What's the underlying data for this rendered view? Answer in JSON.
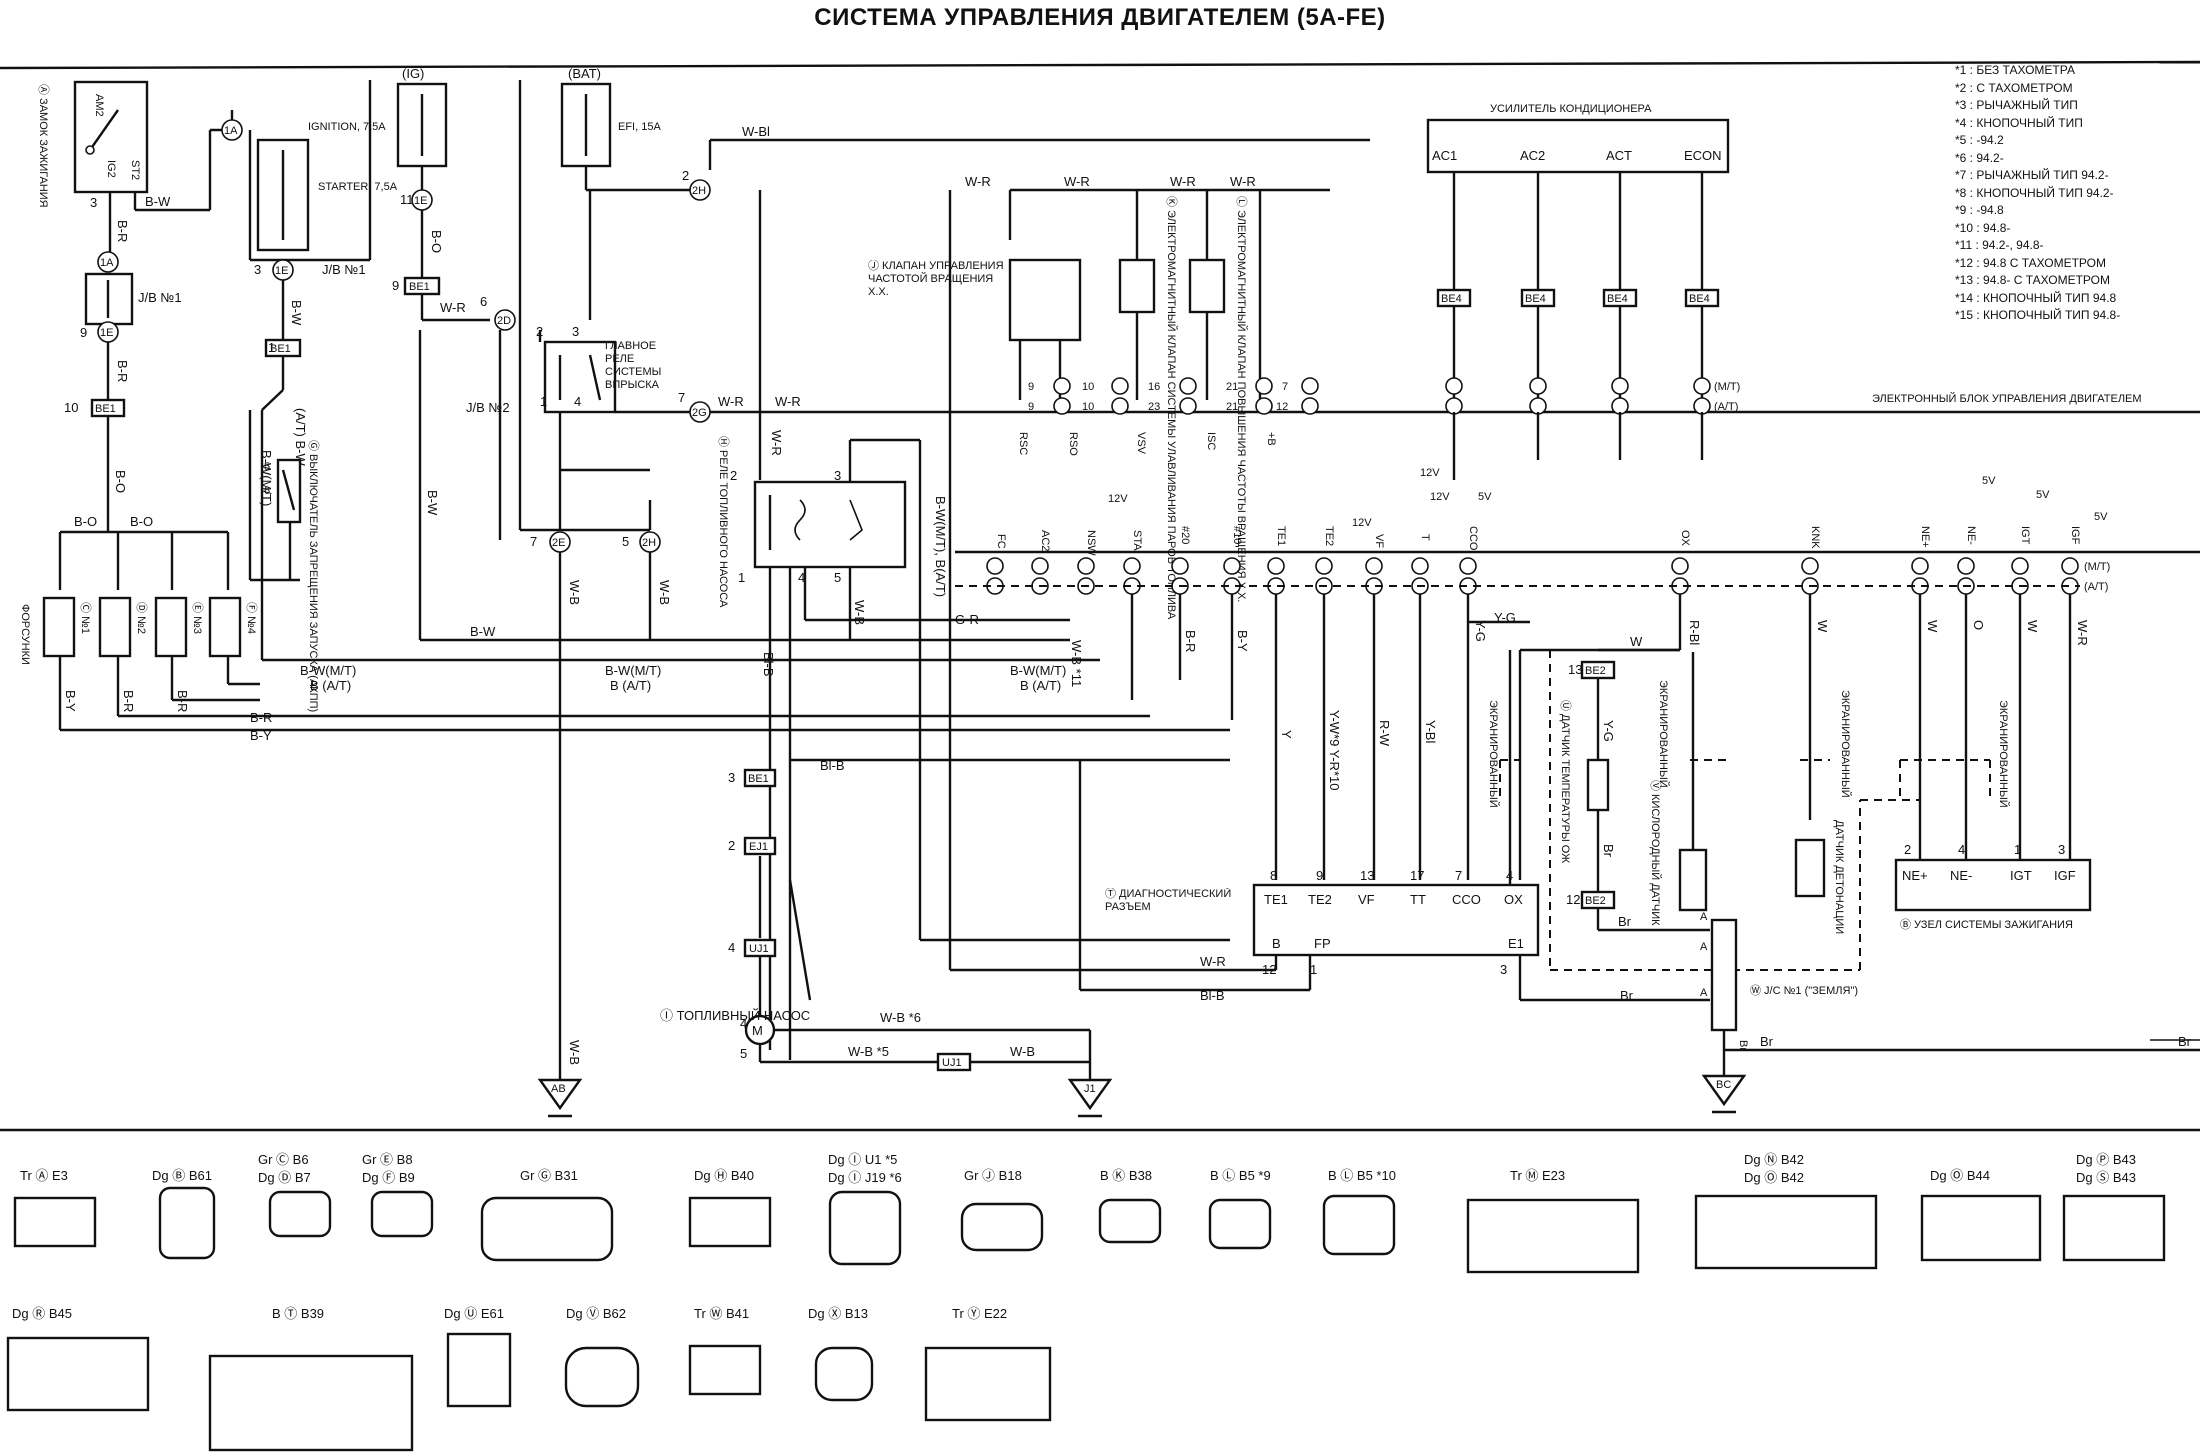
{
  "title": "СИСТЕМА УПРАВЛЕНИЯ ДВИГАТЕЛЕМ (5A-FE)",
  "legend": [
    "*1 : БЕЗ ТАХОМЕТРА",
    "*2 : С ТАХОМЕТРОМ",
    "*3 : РЫЧАЖНЫЙ ТИП",
    "*4 : КНОПОЧНЫЙ ТИП",
    "*5 : -94.2",
    "*6 : 94.2-",
    "*7 : РЫЧАЖНЫЙ ТИП 94.2-",
    "*8 : КНОПОЧНЫЙ ТИП 94.2-",
    "*9 : -94.8",
    "*10 : 94.8-",
    "*11 : 94.2-, 94.8-",
    "*12 : 94.8 С ТАХОМЕТРОМ",
    "*13 : 94.8- С ТАХОМЕТРОМ",
    "*14 : КНОПОЧНЫЙ ТИП 94.8",
    "*15 : КНОПОЧНЫЙ ТИП 94.8-"
  ],
  "components": {
    "ignition_switch": "Ⓐ ЗАМОК ЗАЖИГАНИЯ",
    "ig": "(IG)",
    "bat": "(BAT)",
    "ignition_fuse": "IGNITION, 7,5A",
    "starter_fuse": "STARTER, 7,5A",
    "efi_fuse": "EFI, 15A",
    "jb1": "J/B №1",
    "jb2": "J/B №2",
    "main_relay": "ГЛАВНОЕ РЕЛЕ СИСТЕМЫ ВПРЫСКА",
    "neutral_switch": "Ⓖ ВЫКЛЮЧАТЕЛЬ ЗАПРЕЩЕНИЯ ЗАПУСКА (АКПП)",
    "fuel_pump_relay": "Ⓗ РЕЛЕ ТОПЛИВНОГО НАСОСА",
    "iac_valve": "Ⓙ КЛАПАН УПРАВЛЕНИЯ ЧАСТОТОЙ ВРАЩЕНИЯ Х.Х.",
    "evap_vsv": "Ⓚ ЭЛЕКТРОМАГНИТНЫЙ КЛАПАН СИСТЕМЫ УЛАВЛИВАНИЯ ПАРОВ ТОПЛИВА",
    "idle_up_vsv": "Ⓛ ЭЛЕКТРОМАГНИТНЫЙ КЛАПАН ПОВЫШЕНИЯ ЧАСТОТЫ ВРАЩЕНИЯ Х.Х.",
    "injectors": "ФОРСУНКИ",
    "inj1": "Ⓒ №1",
    "inj2": "Ⓓ №2",
    "inj3": "Ⓔ №3",
    "inj4": "Ⓕ №4",
    "ac_amp": "УСИЛИТЕЛЬ КОНДИЦИОНЕРА",
    "ecu": "ЭЛЕКТРОННЫЙ БЛОК УПРАВЛЕНИЯ ДВИГАТЕЛЕМ",
    "diag": "Ⓣ ДИАГНОСТИЧЕСКИЙ РАЗЪЕМ",
    "fuel_pump": "Ⓘ ТОПЛИВНЫЙ НАСОС",
    "coolant_sensor": "Ⓤ ДАТЧИК ТЕМПЕРАТУРЫ ОЖ",
    "o2_sensor": "Ⓥ КИСЛОРОДНЫЙ ДАТЧИК",
    "knock_sensor": "ДАТЧИК ДЕТОНАЦИИ",
    "shielded": "ЭКРАНИРОВАННЫЙ",
    "jc1": "Ⓦ J/C №1 (\"ЗЕМЛЯ\")",
    "igniter": "Ⓑ УЗЕЛ СИСТЕМЫ ЗАЖИГАНИЯ"
  },
  "ac_terminals": [
    "AC1",
    "AC2",
    "ACT",
    "ECON"
  ],
  "diag_terminals": [
    "TE1",
    "TE2",
    "VF",
    "TT",
    "CCO",
    "OX",
    "B",
    "FP",
    "E1"
  ],
  "igniter_terminals": [
    "NE+",
    "NE-",
    "IGT",
    "IGF"
  ],
  "ecu_row1": [
    "RSC",
    "RSO",
    "VSV",
    "ISC",
    "+B"
  ],
  "ecu_row2": [
    "FC",
    "AC2",
    "NSW",
    "STA",
    "#20",
    "#10",
    "TE1",
    "TE2",
    "VF",
    "T",
    "CCO",
    "OX",
    "KNK",
    "NE+",
    "NE-",
    "IGT",
    "IGF"
  ],
  "grounds": [
    "AB",
    "J1",
    "BC"
  ],
  "connectors": [
    "Tr Ⓐ E3",
    "Dg Ⓑ B61",
    "Gr Ⓒ B6",
    "Dg Ⓓ B7",
    "Gr Ⓔ B8",
    "Dg Ⓕ B9",
    "Gr Ⓖ B31",
    "Dg Ⓗ B40",
    "Dg Ⓘ U1 *5",
    "Dg Ⓘ J19 *6",
    "Gr Ⓙ B18",
    "B Ⓚ B38",
    "B Ⓛ B5 *9",
    "B Ⓛ B5 *10",
    "Tr Ⓜ E23",
    "Dg Ⓝ B42",
    "Dg Ⓞ B42",
    "Dg Ⓞ B44",
    "Dg Ⓟ B43",
    "Dg Ⓢ B43",
    "Dg Ⓡ B45",
    "B Ⓣ B39",
    "Dg Ⓤ E61",
    "Dg Ⓥ B62",
    "Tr Ⓦ B41",
    "Dg Ⓧ B13",
    "Tr Ⓨ E22"
  ]
}
